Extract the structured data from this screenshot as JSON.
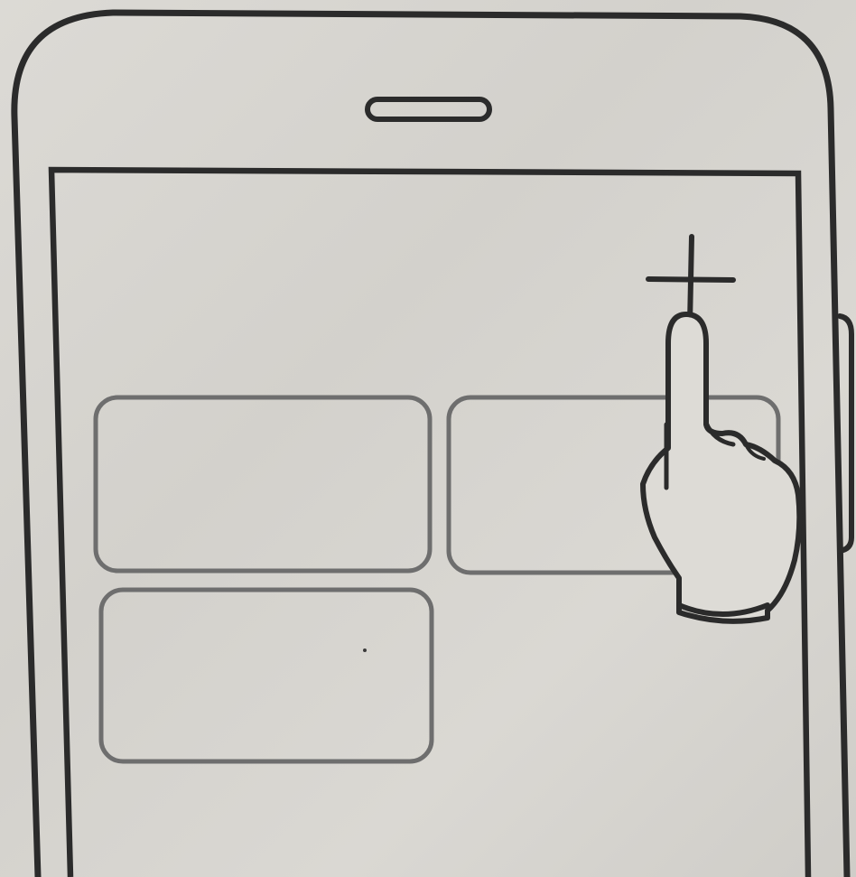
{
  "illustration": {
    "phone": {
      "earpiece": "speaker-slot",
      "side_button": "power-button"
    },
    "screen": {
      "widgets": [
        {
          "id": "widget-1"
        },
        {
          "id": "widget-2"
        },
        {
          "id": "widget-3"
        }
      ],
      "add_icon": "plus-icon",
      "gesture": "tap-hand-icon"
    },
    "colors": {
      "line": "#2b2b2b",
      "widget_outline": "#6e6e6e",
      "paper": "#d8d6d1",
      "hand_fill": "#dddbd6"
    }
  }
}
